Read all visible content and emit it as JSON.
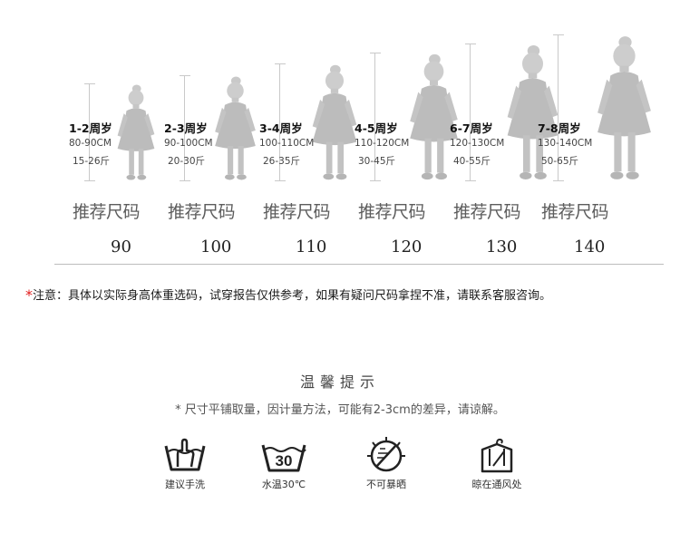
{
  "sizes": [
    {
      "age": "1-2周岁",
      "height": "80-90CM",
      "weight": "15-26斤",
      "recommend": "推荐尺码",
      "size": "90"
    },
    {
      "age": "2-3周岁",
      "height": "90-100CM",
      "weight": "20-30斤",
      "recommend": "推荐尺码",
      "size": "100"
    },
    {
      "age": "3-4周岁",
      "height": "100-110CM",
      "weight": "26-35斤",
      "recommend": "推荐尺码",
      "size": "110"
    },
    {
      "age": "4-5周岁",
      "height": "110-120CM",
      "weight": "30-45斤",
      "recommend": "推荐尺码",
      "size": "120"
    },
    {
      "age": "6-7周岁",
      "height": "120-130CM",
      "weight": "40-55斤",
      "recommend": "推荐尺码",
      "size": "130"
    },
    {
      "age": "7-8周岁",
      "height": "130-140CM",
      "weight": "50-65斤",
      "recommend": "推荐尺码",
      "size": "140"
    }
  ],
  "notice": {
    "star": "*",
    "text": "注意：具体以实际身高体重选码，试穿报告仅供参考，如果有疑问尺码拿捏不准，请联系客服咨询。"
  },
  "tips": {
    "title": "温馨提示",
    "text": "* 尺寸平铺取量，因计量方法，可能有2-3cm的差异，请谅解。"
  },
  "care": [
    {
      "icon": "hand-wash-icon",
      "label": "建议手洗"
    },
    {
      "icon": "wash-30-icon",
      "label": "水温30℃",
      "number": "30"
    },
    {
      "icon": "no-sun-icon",
      "label": "不可暴晒"
    },
    {
      "icon": "hang-dry-icon",
      "label": "晾在通风处"
    }
  ]
}
